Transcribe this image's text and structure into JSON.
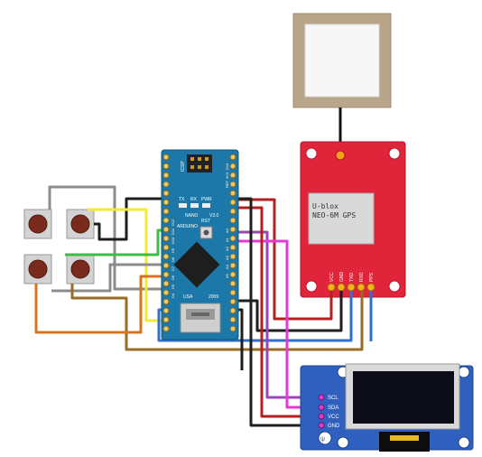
{
  "arduino": {
    "brand": "ARDUINO",
    "model": "NANO",
    "version": "V3.0",
    "reset": "RST",
    "year": "2009",
    "usb": "USA",
    "header": "ICSP",
    "left_pins": [
      "D12",
      "D11",
      "D10",
      "D9",
      "D8",
      "D7",
      "D6",
      "D5",
      "D4",
      "D3",
      "D2",
      "GND",
      "RST",
      "RX0",
      "TX1"
    ],
    "right_pins": [
      "D13",
      "3V3",
      "REF",
      "A0",
      "A1",
      "A2",
      "A3",
      "A4",
      "A5",
      "A6",
      "A7",
      "5V",
      "RST",
      "GND",
      "VIN"
    ],
    "leds": [
      "TX",
      "RX",
      "PWR"
    ]
  },
  "gps": {
    "label_line1": "U-blox",
    "label_line2": "NEO-6M GPS",
    "pins": [
      "VCC",
      "GND",
      "TXD",
      "RXD",
      "PPS"
    ]
  },
  "oled": {
    "pins": [
      "SCL",
      "SDA",
      "VCC",
      "GND"
    ]
  },
  "colors": {
    "wire_red": "#b51f1f",
    "wire_black": "#1e1e1e",
    "wire_blue": "#2f6fd1",
    "wire_yellow": "#f2ea33",
    "wire_green": "#3fbe3f",
    "wire_magenta": "#e23ad3",
    "wire_purple": "#9b46b6",
    "wire_orange": "#d9741e",
    "wire_brown": "#9a6c26",
    "wire_gray": "#8c8c8c",
    "nano_board": "#1b78a8",
    "gps_board": "#e0243a",
    "oled_board": "#2f5fbf",
    "antenna": "#b9a68a"
  }
}
